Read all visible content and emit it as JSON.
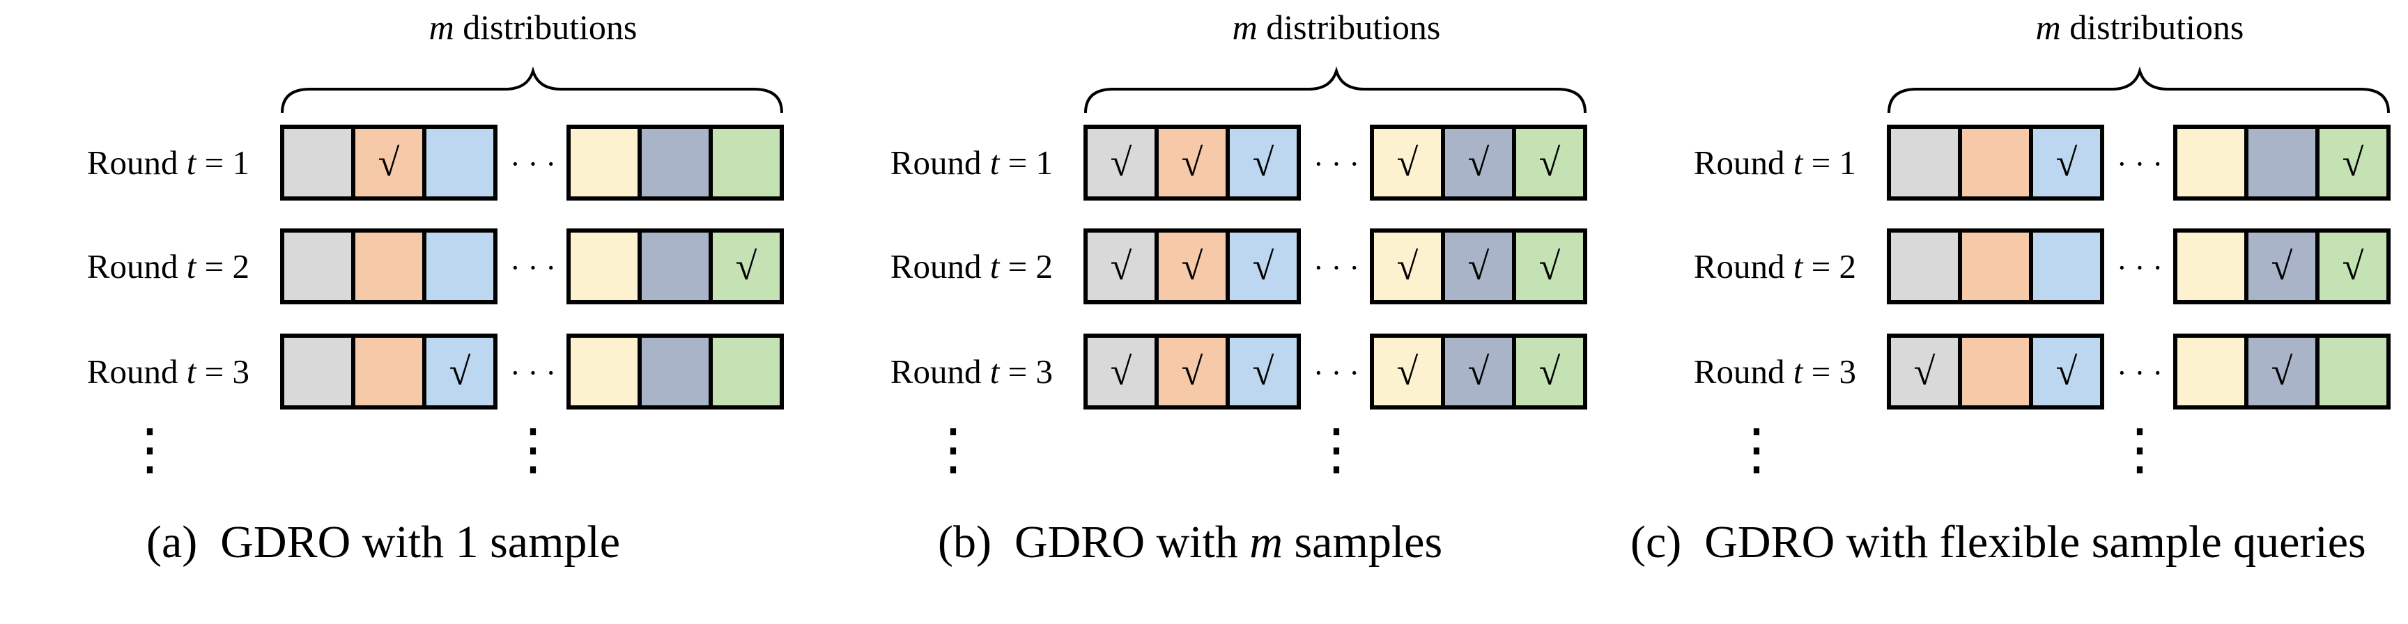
{
  "panels": [
    {
      "id": "a",
      "header": {
        "var": "m",
        "text": " distributions"
      },
      "caption": {
        "tag": "(a)",
        "text": "GDRO with 1 sample"
      },
      "rows": [
        {
          "prefix": "Round ",
          "var": "t",
          "eq": " = 1",
          "checks": [
            false,
            true,
            false,
            false,
            false,
            false
          ]
        },
        {
          "prefix": "Round ",
          "var": "t",
          "eq": " = 2",
          "checks": [
            false,
            false,
            false,
            false,
            false,
            true
          ]
        },
        {
          "prefix": "Round ",
          "var": "t",
          "eq": " = 3",
          "checks": [
            false,
            false,
            true,
            false,
            false,
            false
          ]
        }
      ]
    },
    {
      "id": "b",
      "header": {
        "var": "m",
        "text": " distributions"
      },
      "caption": {
        "tag": "(b)",
        "text": "GDRO with ",
        "var": "m",
        "text2": " samples"
      },
      "rows": [
        {
          "prefix": "Round ",
          "var": "t",
          "eq": " = 1",
          "checks": [
            true,
            true,
            true,
            true,
            true,
            true
          ]
        },
        {
          "prefix": "Round ",
          "var": "t",
          "eq": " = 2",
          "checks": [
            true,
            true,
            true,
            true,
            true,
            true
          ]
        },
        {
          "prefix": "Round ",
          "var": "t",
          "eq": " = 3",
          "checks": [
            true,
            true,
            true,
            true,
            true,
            true
          ]
        }
      ]
    },
    {
      "id": "c",
      "header": {
        "var": "m",
        "text": " distributions"
      },
      "caption": {
        "tag": "(c)",
        "text": "GDRO with flexible sample queries"
      },
      "rows": [
        {
          "prefix": "Round ",
          "var": "t",
          "eq": " = 1",
          "checks": [
            false,
            false,
            true,
            false,
            false,
            true
          ]
        },
        {
          "prefix": "Round ",
          "var": "t",
          "eq": " = 2",
          "checks": [
            false,
            false,
            false,
            false,
            true,
            true
          ]
        },
        {
          "prefix": "Round ",
          "var": "t",
          "eq": " = 3",
          "checks": [
            true,
            false,
            true,
            false,
            true,
            false
          ]
        }
      ]
    }
  ],
  "cell_colors": [
    "#d9d9d9",
    "#f6c9a9",
    "#bcd7ef",
    "#fdf2cf",
    "#a9b4c9",
    "#c5e2b5"
  ],
  "check_glyph": "√",
  "dots_horizontal": "· · ·",
  "dots_vertical": "⋮"
}
